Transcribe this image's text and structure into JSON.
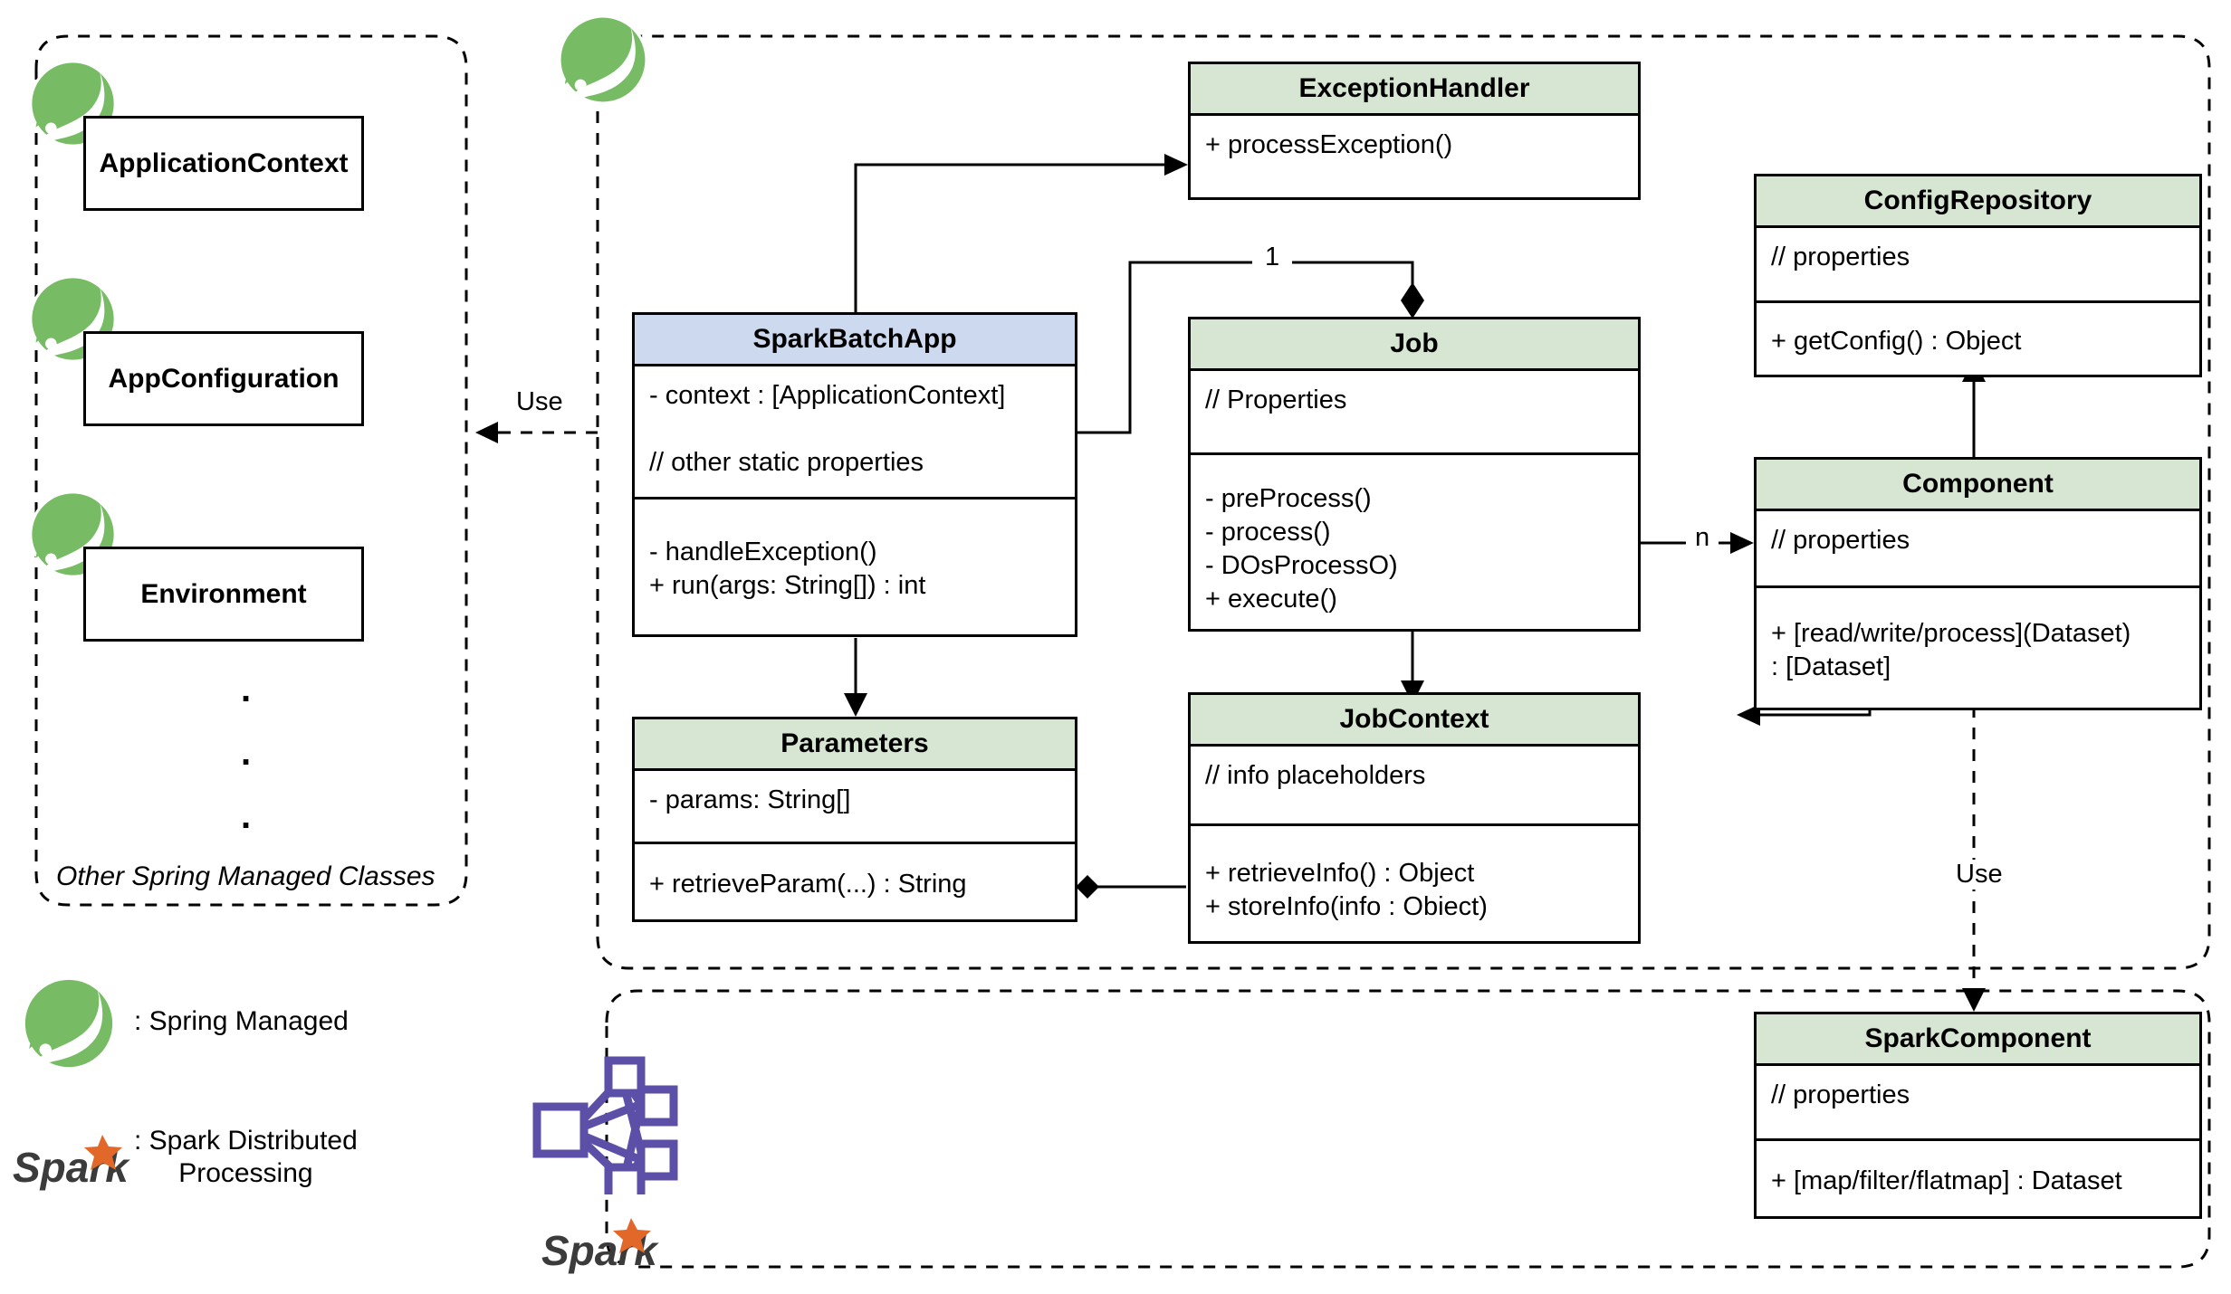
{
  "diagram": {
    "title": "Spark Batch Application UML Class Diagram",
    "colors": {
      "class_header_green": "#d7e6d2",
      "class_header_blue": "#ccd9ef",
      "spring_green": "#77bc65",
      "spark_orange": "#e2682a",
      "spark_graph_purple": "#5c4fa8",
      "stroke": "#000000",
      "background": "#ffffff"
    }
  },
  "containers": {
    "spring_left": {
      "name": "spring-managed-classes-container",
      "caption": "Other Spring Managed Classes"
    },
    "spring_main": {
      "name": "spring-main-container"
    },
    "spark_bottom": {
      "name": "spark-container"
    }
  },
  "left_classes": [
    {
      "name": "ApplicationContext"
    },
    {
      "name": "AppConfiguration"
    },
    {
      "name": "Environment"
    }
  ],
  "ellipsis": ".",
  "legend": [
    {
      "icon": "spring-leaf-icon",
      "label": ": Spring Managed"
    },
    {
      "icon": "spark-logo-icon",
      "label": ": Spark Distributed\nProcessing"
    }
  ],
  "classes": {
    "exception_handler": {
      "title": "ExceptionHandler",
      "sections": [
        "+ processException()"
      ]
    },
    "spark_batch_app": {
      "title": "SparkBatchApp",
      "sections": [
        "- context : [ApplicationContext]\n\n// other static properties",
        "- handleException()\n+ run(args: String[]) : int"
      ]
    },
    "job": {
      "title": "Job",
      "sections": [
        "// Properties",
        "- preProcess()\n- process()\n- DOsProcessO)\n+ execute()"
      ]
    },
    "parameters": {
      "title": "Parameters",
      "sections": [
        "- params: String[]",
        "+ retrieveParam(...) : String"
      ]
    },
    "job_context": {
      "title": "JobContext",
      "sections": [
        "// info placeholders",
        "+ retrieveInfo() : Object\n+ storeInfo(info : Obiect)"
      ]
    },
    "config_repository": {
      "title": "ConfigRepository",
      "sections": [
        "// properties",
        "+ getConfig() : Object"
      ]
    },
    "component": {
      "title": "Component",
      "sections": [
        "// properties",
        "+ [read/write/process](Dataset)\n: [Dataset]"
      ]
    },
    "spark_component": {
      "title": "SparkComponent",
      "sections": [
        "// properties",
        "+ [map/filter/flatmap] : Dataset"
      ]
    }
  },
  "edge_labels": {
    "use_left": "Use",
    "job_multiplicity": "1",
    "component_multiplicity": "n",
    "use_right": "Use"
  }
}
